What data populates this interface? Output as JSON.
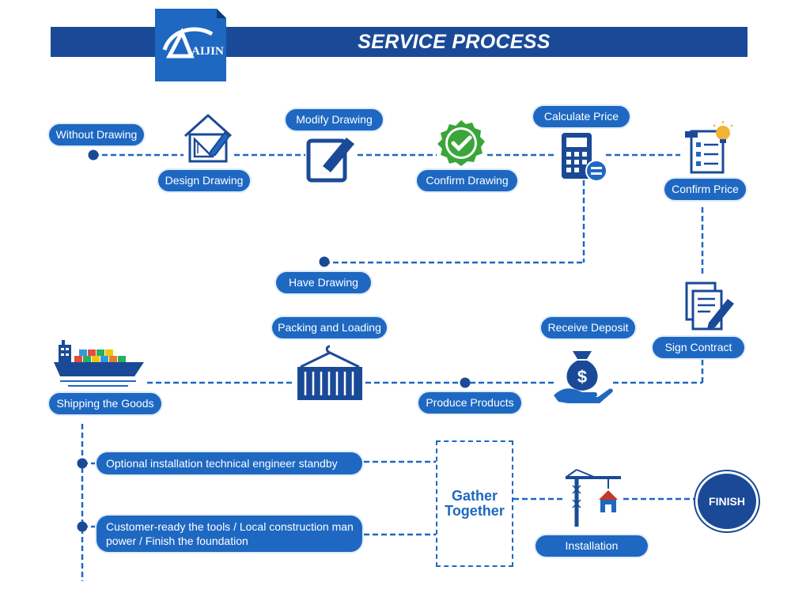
{
  "header": {
    "title": "SERVICE PROCESS",
    "logo_text": "AIJIN"
  },
  "colors": {
    "primary": "#1a4a97",
    "accent": "#1e68c2",
    "check_green": "#3aa53a"
  },
  "steps": {
    "without_drawing": "Without Drawing",
    "design_drawing": "Design Drawing",
    "modify_drawing": "Modify Drawing",
    "confirm_drawing": "Confirm Drawing",
    "calculate_price": "Calculate Price",
    "confirm_price": "Confirm Price",
    "have_drawing": "Have Drawing",
    "sign_contract": "Sign Contract",
    "receive_deposit": "Receive Deposit",
    "produce_products": "Produce Products",
    "packing_loading": "Packing and Loading",
    "shipping_goods": "Shipping the Goods",
    "optional_installation": "Optional installation technical engineer standby",
    "customer_ready": "Customer-ready the tools / Local construction man power / Finish the foundation",
    "gather_together": "Gather Together",
    "installation": "Installation",
    "finish": "FINISH"
  },
  "icons": [
    "house-drawing-icon",
    "edit-icon",
    "check-badge-icon",
    "calculator-icon",
    "clipboard-lightbulb-icon",
    "contract-icon",
    "money-bag-icon",
    "container-crane-icon",
    "cargo-ship-icon",
    "tower-crane-icon"
  ]
}
